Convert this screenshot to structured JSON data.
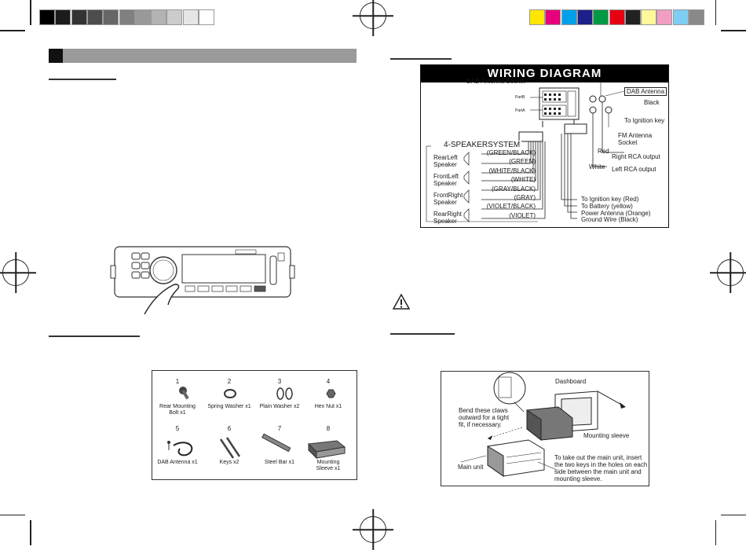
{
  "colors": {
    "gray_swatches": [
      "#000000",
      "#1c1c1c",
      "#333333",
      "#4d4d4d",
      "#666666",
      "#808080",
      "#999999",
      "#b3b3b3",
      "#cccccc",
      "#e6e6e6",
      "#ffffff"
    ],
    "color_swatches": [
      "#ffe600",
      "#e6007e",
      "#00a0e9",
      "#1d2088",
      "#009944",
      "#e60012",
      "#222222",
      "#fff799",
      "#f19ec2",
      "#7ecef4",
      "#898989"
    ]
  },
  "wiring": {
    "title": "WIRING DIAGRAM",
    "dab_socket": "DAB Antenna Socket",
    "dab_antenna": "DAB Antenna",
    "black": "Black",
    "ignition_key": "To Ignition key",
    "fm_socket": "FM Antenna\nSocket",
    "red": "Red",
    "right_rca": "Right RCA output",
    "white": "White",
    "left_rca": "Left RCA output",
    "partB": "PartB",
    "partA": "PartA",
    "speaker_system": "4-SPEAKERSYSTEM",
    "speakers": [
      "RearLeft\nSpeaker",
      "FrontLeft\nSpeaker",
      "FrontRight\nSpeaker",
      "RearRight\nSpeaker"
    ],
    "wires": [
      "(GREEN/BLACK)",
      "(GREEN)",
      "(WHITE/BLACK)",
      "(WHITE)",
      "(GRAY/BLACK)",
      "(GRAY)",
      "(VIOLET/BLACK)",
      "(VIOLET)"
    ],
    "power": [
      "To Ignition key (Red)",
      "To Battery (yellow)",
      "Power Antenna (Orange)",
      "Ground Wire (Black)"
    ]
  },
  "accessories": [
    {
      "num": "1",
      "label": "Rear Mounting\nBolt x1"
    },
    {
      "num": "2",
      "label": "Spring Washer x1"
    },
    {
      "num": "3",
      "label": "Plain Washer x2"
    },
    {
      "num": "4",
      "label": "Hex Nut x1"
    },
    {
      "num": "5",
      "label": "DAB Antenna x1"
    },
    {
      "num": "6",
      "label": "Keys x2"
    },
    {
      "num": "7",
      "label": "Steel Bar x1"
    },
    {
      "num": "8",
      "label": "Mounting\nSleeve x1"
    }
  ],
  "install": {
    "dashboard": "Dashboard",
    "bend": "Bend these claws\noutward for a tight\nfit, if necessary.",
    "sleeve": "Mounting sleeve",
    "main_unit": "Main unit",
    "take_out": "To take out the main unit, insert\nthe two keys in the holes on each\nside between the main unit and\nmounting sleeve."
  }
}
